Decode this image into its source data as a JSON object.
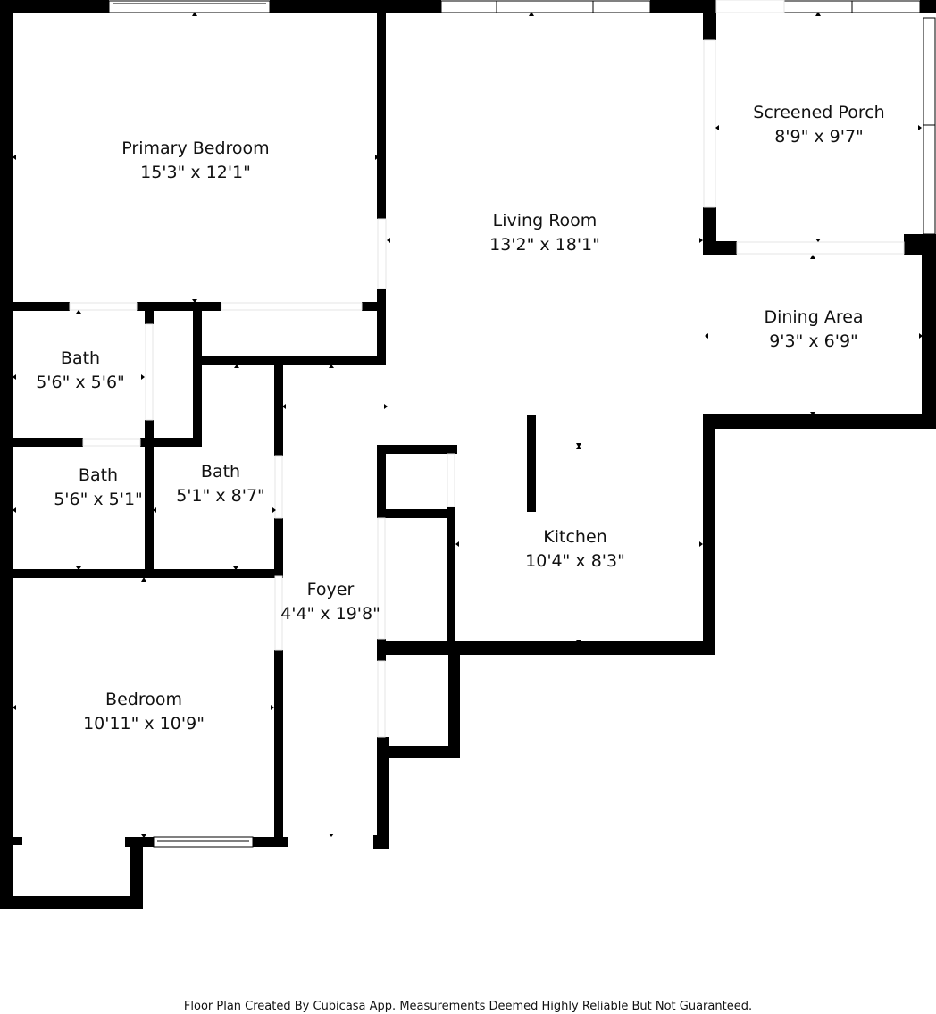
{
  "rooms": [
    {
      "name": "Primary Bedroom",
      "dims": "15'3\" x 12'1\""
    },
    {
      "name": "Living Room",
      "dims": "13'2\" x 18'1\""
    },
    {
      "name": "Screened Porch",
      "dims": "8'9\" x 9'7\""
    },
    {
      "name": "Dining Area",
      "dims": "9'3\" x 6'9\""
    },
    {
      "name": "Bath",
      "dims": "5'6\" x 5'6\""
    },
    {
      "name": "Bath",
      "dims": "5'6\" x 5'1\""
    },
    {
      "name": "Bath",
      "dims": "5'1\" x 8'7\""
    },
    {
      "name": "Kitchen",
      "dims": "10'4\" x 8'3\""
    },
    {
      "name": "Foyer",
      "dims": "4'4\" x 19'8\""
    },
    {
      "name": "Bedroom",
      "dims": "10'11\" x 10'9\""
    }
  ],
  "footer": "Floor Plan Created By Cubicasa App. Measurements Deemed Highly Reliable But Not Guaranteed."
}
